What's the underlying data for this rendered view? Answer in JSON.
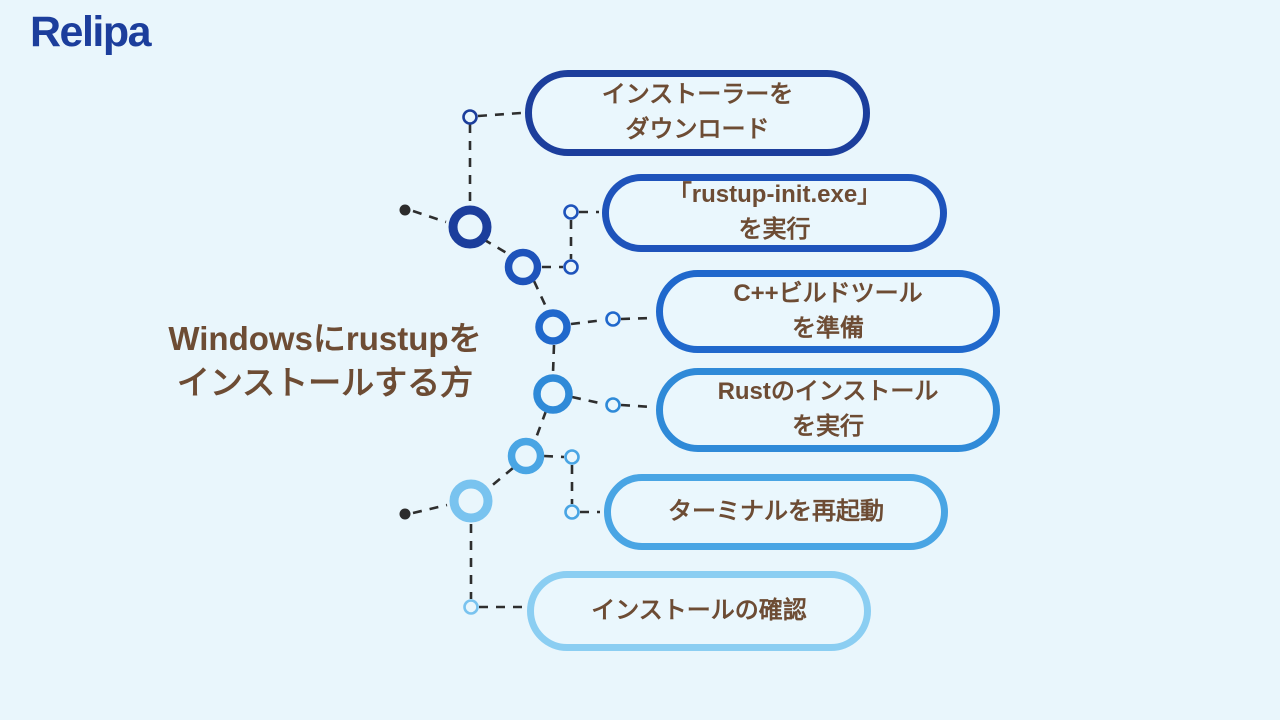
{
  "logo": {
    "text": "Relipa",
    "color": "#1c3e9c"
  },
  "title": {
    "line1": "Windowsにrustupを",
    "line2": "インストールする方",
    "color": "#6d4c34"
  },
  "steps": [
    {
      "index": 1,
      "line1": "インストーラーを",
      "line2": "ダウンロード",
      "border_color": "#1c3e9c"
    },
    {
      "index": 2,
      "line1": "「rustup-init.exe」",
      "line2": "を実行",
      "border_color": "#1e53bb"
    },
    {
      "index": 3,
      "line1": "C++ビルドツール",
      "line2": "を準備",
      "border_color": "#2068cc"
    },
    {
      "index": 4,
      "line1": "Rustのインストール",
      "line2": "を実行",
      "border_color": "#2f8ad8"
    },
    {
      "index": 5,
      "line1": "ターミナルを再起動",
      "line2": "",
      "border_color": "#49a5e4"
    },
    {
      "index": 6,
      "line1": "インストールの確認",
      "line2": "",
      "border_color": "#8bcef2"
    }
  ],
  "colors": {
    "background": "#e9f6fc",
    "box_fill": "#eaf7fd",
    "text_brown": "#6d4c34",
    "dash_line": "#2e2e2e",
    "node_colors": [
      "#1c3e9c",
      "#1e53bb",
      "#2068cc",
      "#2f8ad8",
      "#49a5e4",
      "#79c3ef"
    ]
  }
}
